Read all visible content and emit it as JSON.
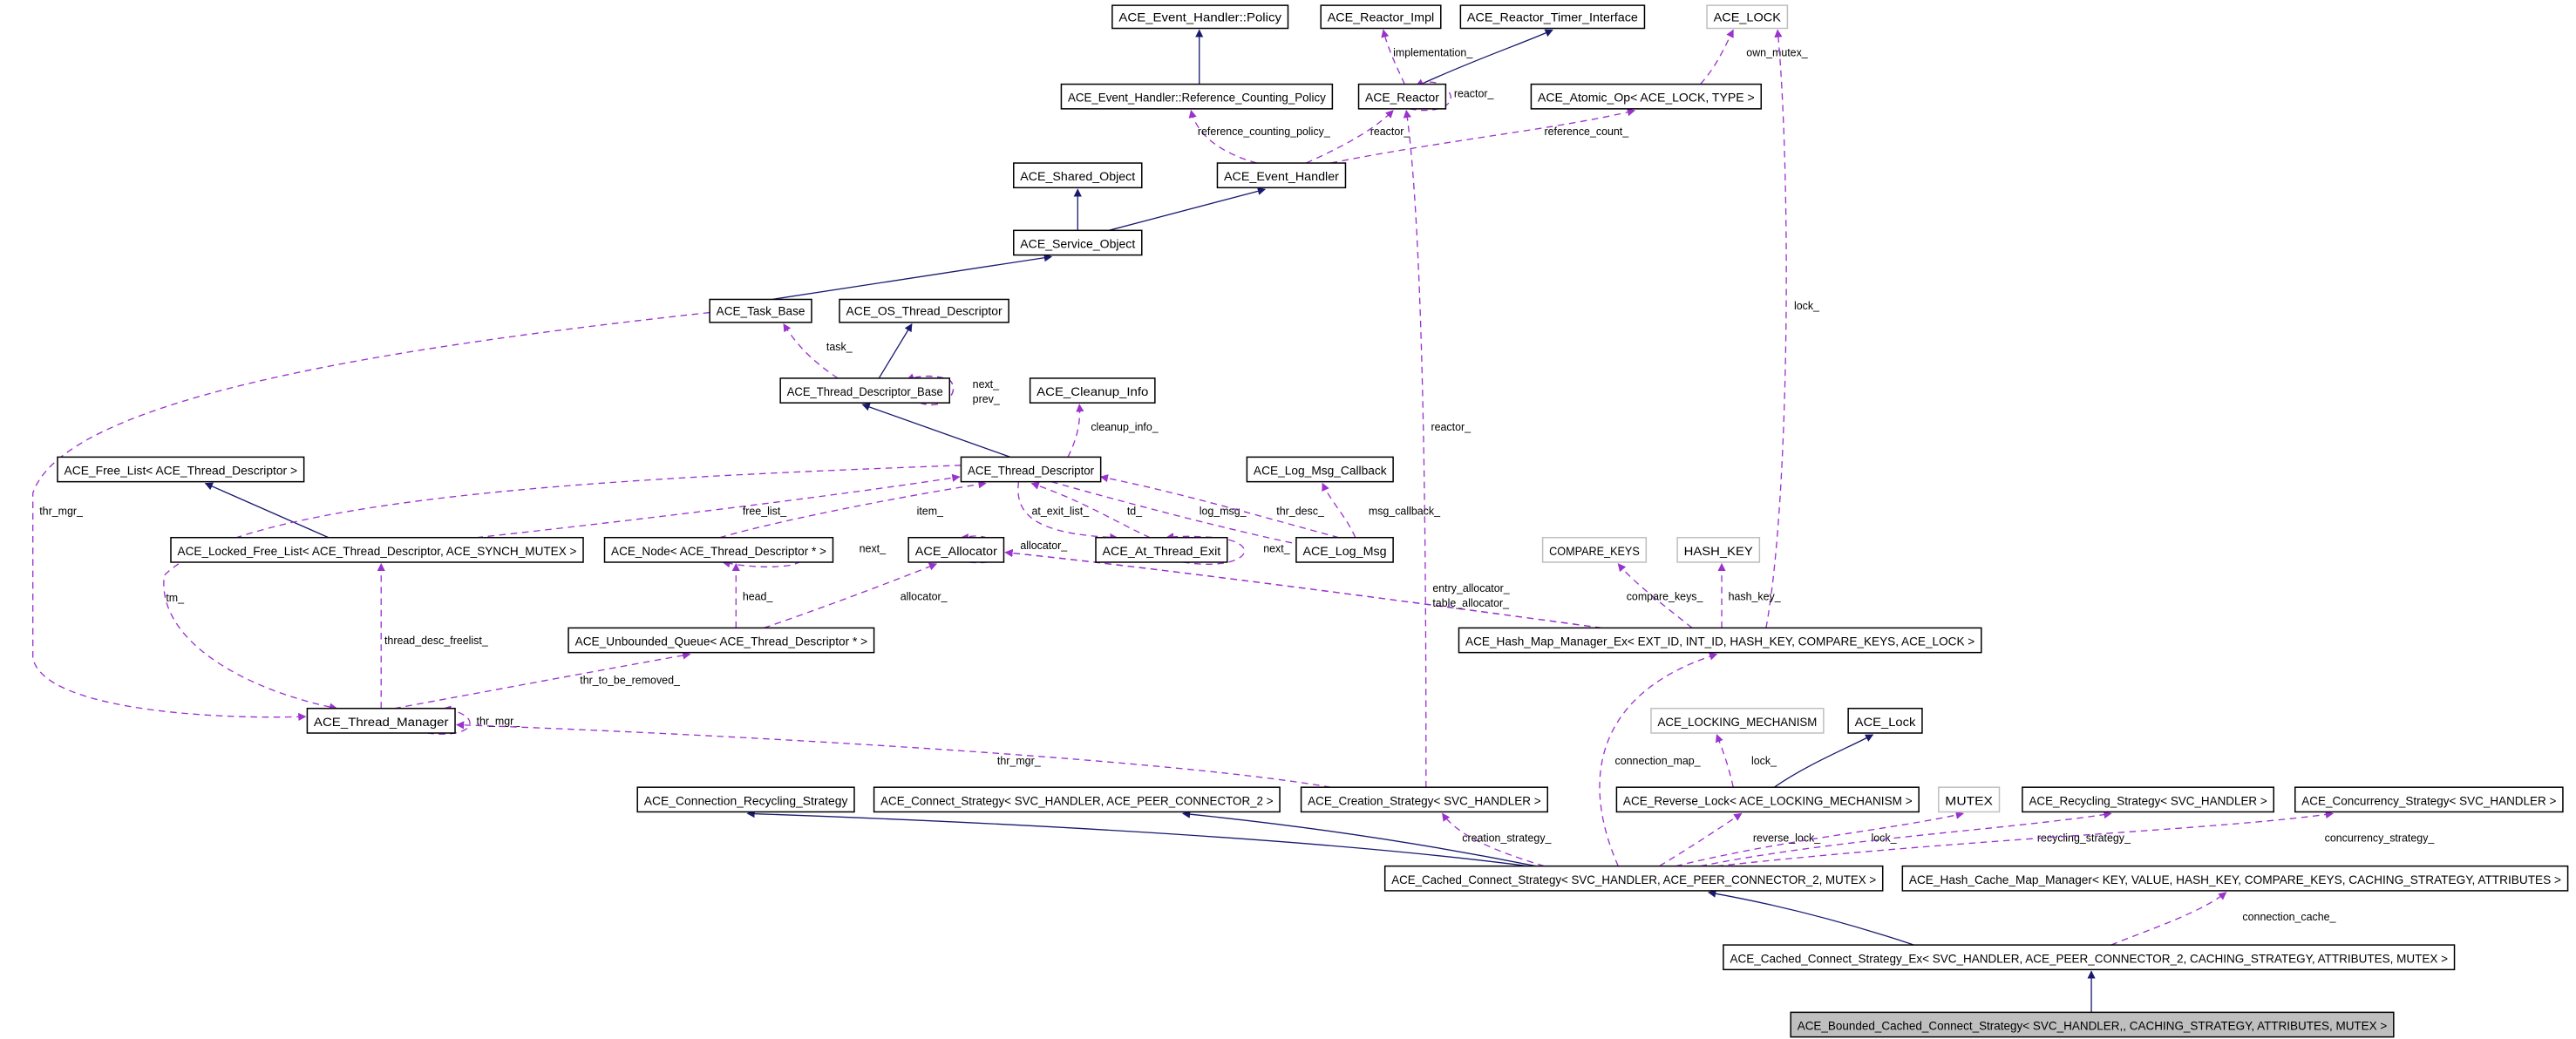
{
  "title": "ACE_Bounded_Cached_Connect_Strategy collaboration graph",
  "colors": {
    "inheritance": "#191970",
    "usage": "#9a32cd",
    "focus_fill": "#bfbfbf",
    "external_border": "#bfbfbf"
  },
  "nodes": [
    {
      "id": "policy",
      "label": "ACE_Event_Handler::Policy",
      "kind": "normal"
    },
    {
      "id": "reactor_impl",
      "label": "ACE_Reactor_Impl",
      "kind": "normal"
    },
    {
      "id": "timer_iface",
      "label": "ACE_Reactor_Timer_Interface",
      "kind": "normal"
    },
    {
      "id": "ace_lock_t",
      "label": "ACE_LOCK",
      "kind": "external"
    },
    {
      "id": "refcount_policy",
      "label": "ACE_Event_Handler::Reference_Counting_Policy",
      "kind": "normal"
    },
    {
      "id": "reactor",
      "label": "ACE_Reactor",
      "kind": "normal"
    },
    {
      "id": "atomic_op",
      "label": "ACE_Atomic_Op< ACE_LOCK, TYPE >",
      "kind": "normal"
    },
    {
      "id": "shared_object",
      "label": "ACE_Shared_Object",
      "kind": "normal"
    },
    {
      "id": "event_handler",
      "label": "ACE_Event_Handler",
      "kind": "normal"
    },
    {
      "id": "service_object",
      "label": "ACE_Service_Object",
      "kind": "normal"
    },
    {
      "id": "task_base",
      "label": "ACE_Task_Base",
      "kind": "normal"
    },
    {
      "id": "os_thread_desc",
      "label": "ACE_OS_Thread_Descriptor",
      "kind": "normal"
    },
    {
      "id": "thread_desc_base",
      "label": "ACE_Thread_Descriptor_Base",
      "kind": "normal"
    },
    {
      "id": "cleanup_info",
      "label": "ACE_Cleanup_Info",
      "kind": "normal"
    },
    {
      "id": "free_list",
      "label": "ACE_Free_List< ACE_Thread_Descriptor >",
      "kind": "normal"
    },
    {
      "id": "thread_desc",
      "label": "ACE_Thread_Descriptor",
      "kind": "normal"
    },
    {
      "id": "log_msg_callback",
      "label": "ACE_Log_Msg_Callback",
      "kind": "normal"
    },
    {
      "id": "locked_free_list",
      "label": "ACE_Locked_Free_List< ACE_Thread_Descriptor, ACE_SYNCH_MUTEX >",
      "kind": "normal"
    },
    {
      "id": "node",
      "label": "ACE_Node< ACE_Thread_Descriptor * >",
      "kind": "normal"
    },
    {
      "id": "allocator",
      "label": "ACE_Allocator",
      "kind": "normal"
    },
    {
      "id": "at_thread_exit",
      "label": "ACE_At_Thread_Exit",
      "kind": "normal"
    },
    {
      "id": "log_msg",
      "label": "ACE_Log_Msg",
      "kind": "normal"
    },
    {
      "id": "compare_keys",
      "label": "COMPARE_KEYS",
      "kind": "external"
    },
    {
      "id": "hash_key",
      "label": "HASH_KEY",
      "kind": "external"
    },
    {
      "id": "unbounded_queue",
      "label": "ACE_Unbounded_Queue< ACE_Thread_Descriptor * >",
      "kind": "normal"
    },
    {
      "id": "hash_map",
      "label": "ACE_Hash_Map_Manager_Ex< EXT_ID, INT_ID, HASH_KEY, COMPARE_KEYS, ACE_LOCK >",
      "kind": "normal"
    },
    {
      "id": "thread_manager",
      "label": "ACE_Thread_Manager",
      "kind": "normal"
    },
    {
      "id": "locking_mechanism",
      "label": "ACE_LOCKING_MECHANISM",
      "kind": "external"
    },
    {
      "id": "ace_lock",
      "label": "ACE_Lock",
      "kind": "normal"
    },
    {
      "id": "conn_recycling",
      "label": "ACE_Connection_Recycling_Strategy",
      "kind": "normal"
    },
    {
      "id": "connect_strategy",
      "label": "ACE_Connect_Strategy< SVC_HANDLER, ACE_PEER_CONNECTOR_2 >",
      "kind": "normal"
    },
    {
      "id": "creation_strategy",
      "label": "ACE_Creation_Strategy< SVC_HANDLER >",
      "kind": "normal"
    },
    {
      "id": "reverse_lock",
      "label": "ACE_Reverse_Lock< ACE_LOCKING_MECHANISM >",
      "kind": "normal"
    },
    {
      "id": "mutex",
      "label": "MUTEX",
      "kind": "external"
    },
    {
      "id": "recycling_strategy",
      "label": "ACE_Recycling_Strategy< SVC_HANDLER >",
      "kind": "normal"
    },
    {
      "id": "concurrency_strategy",
      "label": "ACE_Concurrency_Strategy< SVC_HANDLER >",
      "kind": "normal"
    },
    {
      "id": "cached_connect",
      "label": "ACE_Cached_Connect_Strategy< SVC_HANDLER, ACE_PEER_CONNECTOR_2, MUTEX >",
      "kind": "normal"
    },
    {
      "id": "hash_cache_map",
      "label": "ACE_Hash_Cache_Map_Manager< KEY, VALUE, HASH_KEY, COMPARE_KEYS, CACHING_STRATEGY, ATTRIBUTES >",
      "kind": "normal"
    },
    {
      "id": "cached_connect_ex",
      "label": "ACE_Cached_Connect_Strategy_Ex< SVC_HANDLER, ACE_PEER_CONNECTOR_2, CACHING_STRATEGY, ATTRIBUTES, MUTEX >",
      "kind": "normal"
    },
    {
      "id": "bounded_cached",
      "label": "ACE_Bounded_Cached_Connect_Strategy< SVC_HANDLER,, CACHING_STRATEGY, ATTRIBUTES, MUTEX >",
      "kind": "focus"
    }
  ],
  "edges": [
    {
      "from": "refcount_policy",
      "to": "policy",
      "kind": "inherit",
      "label": ""
    },
    {
      "from": "reactor",
      "to": "timer_iface",
      "kind": "inherit",
      "label": ""
    },
    {
      "from": "service_object",
      "to": "shared_object",
      "kind": "inherit",
      "label": ""
    },
    {
      "from": "service_object",
      "to": "event_handler",
      "kind": "inherit",
      "label": ""
    },
    {
      "from": "task_base",
      "to": "service_object",
      "kind": "inherit",
      "label": ""
    },
    {
      "from": "thread_desc_base",
      "to": "os_thread_desc",
      "kind": "inherit",
      "label": ""
    },
    {
      "from": "thread_desc",
      "to": "thread_desc_base",
      "kind": "inherit",
      "label": ""
    },
    {
      "from": "locked_free_list",
      "to": "free_list",
      "kind": "inherit",
      "label": ""
    },
    {
      "from": "reverse_lock",
      "to": "ace_lock",
      "kind": "inherit",
      "label": ""
    },
    {
      "from": "cached_connect",
      "to": "conn_recycling",
      "kind": "inherit",
      "label": ""
    },
    {
      "from": "cached_connect",
      "to": "connect_strategy",
      "kind": "inherit",
      "label": ""
    },
    {
      "from": "cached_connect_ex",
      "to": "cached_connect",
      "kind": "inherit",
      "label": ""
    },
    {
      "from": "bounded_cached",
      "to": "cached_connect_ex",
      "kind": "inherit",
      "label": ""
    },
    {
      "from": "reactor",
      "to": "reactor_impl",
      "kind": "use",
      "label": "implementation_"
    },
    {
      "from": "reactor",
      "to": "reactor",
      "kind": "use",
      "label": "reactor_"
    },
    {
      "from": "event_handler",
      "to": "refcount_policy",
      "kind": "use",
      "label": "reference_counting_policy_"
    },
    {
      "from": "event_handler",
      "to": "reactor",
      "kind": "use",
      "label": "reactor_"
    },
    {
      "from": "event_handler",
      "to": "atomic_op",
      "kind": "use",
      "label": "reference_count_"
    },
    {
      "from": "atomic_op",
      "to": "ace_lock_t",
      "kind": "use",
      "label": "own_mutex_"
    },
    {
      "from": "hash_map",
      "to": "ace_lock_t",
      "kind": "use",
      "label": "lock_"
    },
    {
      "from": "creation_strategy",
      "to": "reactor",
      "kind": "use",
      "label": "reactor_"
    },
    {
      "from": "thread_desc_base",
      "to": "task_base",
      "kind": "use",
      "label": "task_"
    },
    {
      "from": "thread_desc_base",
      "to": "thread_desc_base",
      "kind": "use",
      "label": "next_"
    },
    {
      "from": "thread_desc_base",
      "to": "thread_desc_base",
      "kind": "use",
      "label": "prev_"
    },
    {
      "from": "thread_desc",
      "to": "cleanup_info",
      "kind": "use",
      "label": "cleanup_info_"
    },
    {
      "from": "task_base",
      "to": "thread_manager",
      "kind": "use",
      "label": "thr_mgr_"
    },
    {
      "from": "thread_desc",
      "to": "thread_manager",
      "kind": "use",
      "label": "tm_"
    },
    {
      "from": "locked_free_list",
      "to": "thread_desc",
      "kind": "use",
      "label": "free_list_"
    },
    {
      "from": "node",
      "to": "thread_desc",
      "kind": "use",
      "label": "item_"
    },
    {
      "from": "node",
      "to": "node",
      "kind": "use",
      "label": "next_"
    },
    {
      "from": "thread_desc",
      "to": "at_thread_exit",
      "kind": "use",
      "label": "at_exit_list_"
    },
    {
      "from": "at_thread_exit",
      "to": "thread_desc",
      "kind": "use",
      "label": "td_"
    },
    {
      "from": "thread_desc",
      "to": "log_msg",
      "kind": "use",
      "label": "log_msg_"
    },
    {
      "from": "log_msg",
      "to": "thread_desc",
      "kind": "use",
      "label": "thr_desc_"
    },
    {
      "from": "log_msg",
      "to": "log_msg_callback",
      "kind": "use",
      "label": "msg_callback_"
    },
    {
      "from": "at_thread_exit",
      "to": "at_thread_exit",
      "kind": "use",
      "label": "next_"
    },
    {
      "from": "allocator",
      "to": "allocator",
      "kind": "use",
      "label": "allocator_"
    },
    {
      "from": "unbounded_queue",
      "to": "allocator",
      "kind": "use",
      "label": "allocator_"
    },
    {
      "from": "unbounded_queue",
      "to": "node",
      "kind": "use",
      "label": "head_"
    },
    {
      "from": "hash_map",
      "to": "allocator",
      "kind": "use",
      "label": "entry_allocator_"
    },
    {
      "from": "hash_map",
      "to": "allocator",
      "kind": "use",
      "label": "table_allocator_"
    },
    {
      "from": "thread_manager",
      "to": "locked_free_list",
      "kind": "use",
      "label": "thread_desc_freelist_"
    },
    {
      "from": "thread_manager",
      "to": "unbounded_queue",
      "kind": "use",
      "label": "thr_to_be_removed_"
    },
    {
      "from": "thread_manager",
      "to": "thread_manager",
      "kind": "use",
      "label": "thr_mgr_"
    },
    {
      "from": "creation_strategy",
      "to": "thread_manager",
      "kind": "use",
      "label": "thr_mgr_"
    },
    {
      "from": "hash_map",
      "to": "compare_keys",
      "kind": "use",
      "label": "compare_keys_"
    },
    {
      "from": "hash_map",
      "to": "hash_key",
      "kind": "use",
      "label": "hash_key_"
    },
    {
      "from": "cached_connect",
      "to": "hash_map",
      "kind": "use",
      "label": "connection_map_"
    },
    {
      "from": "reverse_lock",
      "to": "locking_mechanism",
      "kind": "use",
      "label": "lock_"
    },
    {
      "from": "cached_connect",
      "to": "creation_strategy",
      "kind": "use",
      "label": "creation_strategy_"
    },
    {
      "from": "cached_connect",
      "to": "reverse_lock",
      "kind": "use",
      "label": "reverse_lock_"
    },
    {
      "from": "cached_connect",
      "to": "mutex",
      "kind": "use",
      "label": "lock_"
    },
    {
      "from": "cached_connect",
      "to": "recycling_strategy",
      "kind": "use",
      "label": "recycling_strategy_"
    },
    {
      "from": "cached_connect",
      "to": "concurrency_strategy",
      "kind": "use",
      "label": "concurrency_strategy_"
    },
    {
      "from": "cached_connect_ex",
      "to": "hash_cache_map",
      "kind": "use",
      "label": "connection_cache_"
    }
  ]
}
